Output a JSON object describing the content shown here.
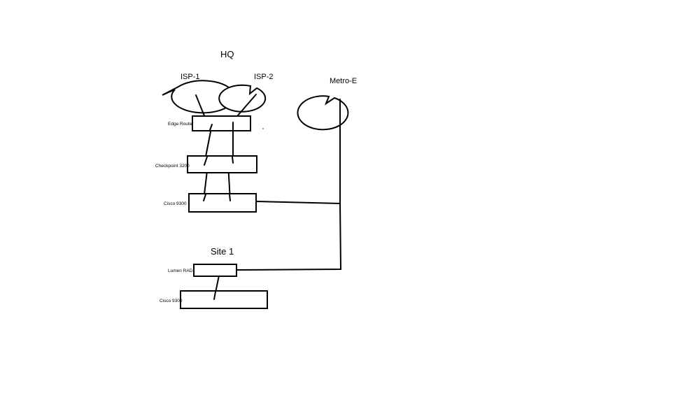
{
  "sites": {
    "hq": "HQ",
    "site1": "Site 1"
  },
  "clouds": {
    "isp1": "ISP-1",
    "isp2": "ISP-2",
    "metro": "Metro-E"
  },
  "devices": {
    "edge_router": "Edge Router",
    "checkpoint": "Checkpoint 3200",
    "hq_cisco": "Cisco 9300",
    "lumen_rad": "Lumen RAD",
    "site1_cisco": "Cisco 9300"
  }
}
